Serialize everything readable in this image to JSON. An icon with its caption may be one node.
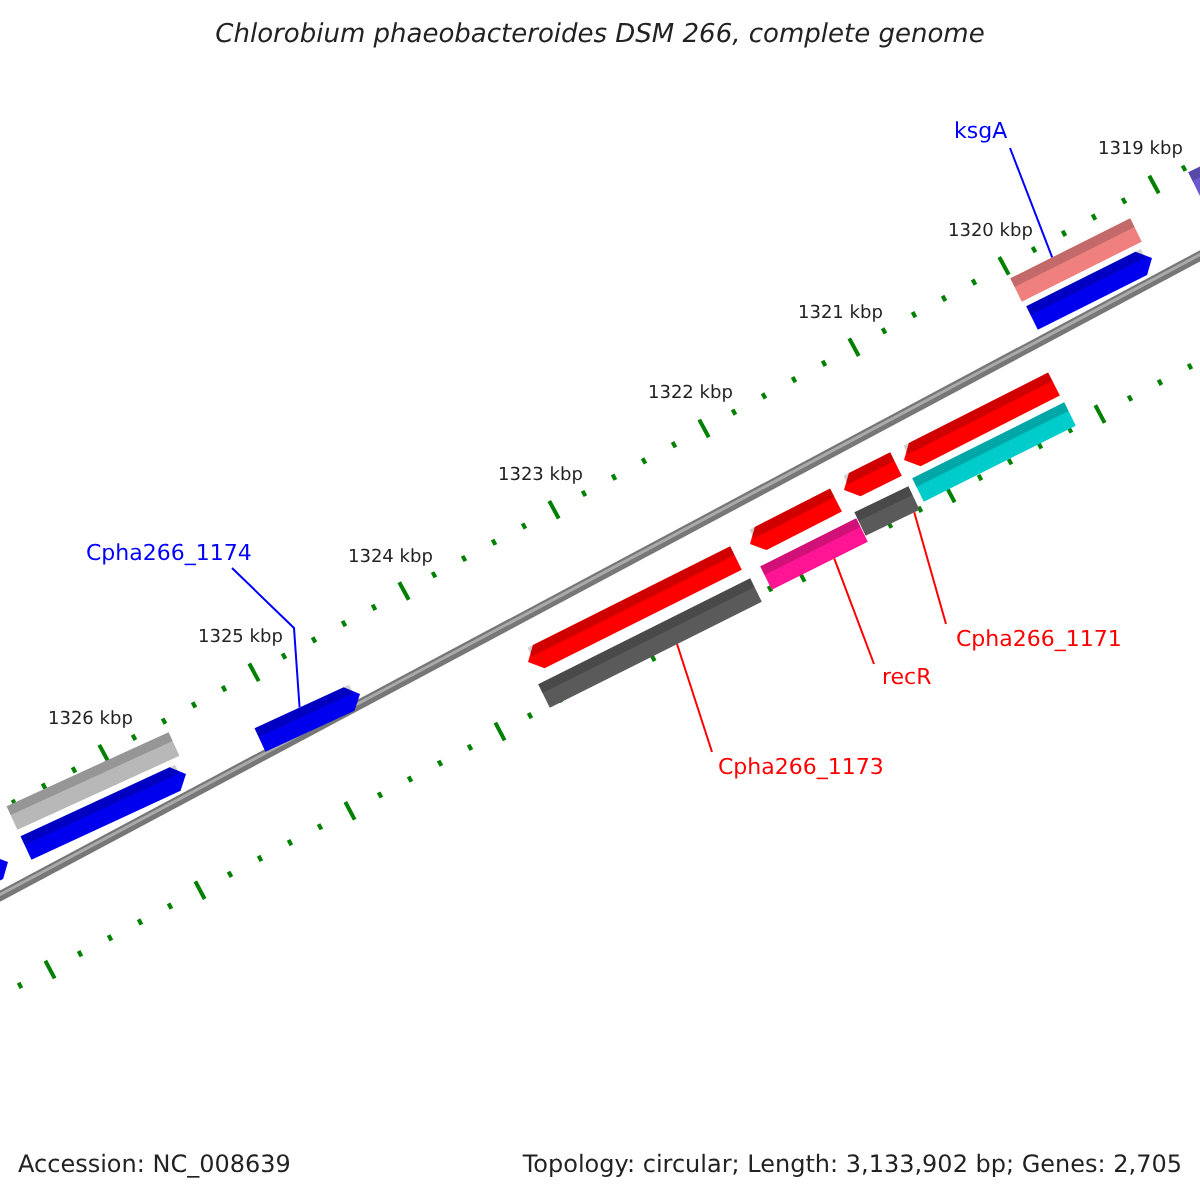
{
  "diagram": {
    "title": "Chlorobium phaeobacteroides DSM 266, complete genome",
    "nodes": [
      {
        "text": [
          "ksgA"
        ]
      },
      {
        "text": [
          "Cpha266_1174"
        ]
      },
      {
        "text": [
          "Cpha266_1171"
        ]
      },
      {
        "text": [
          "recR"
        ]
      },
      {
        "text": [
          "Cpha266_1173"
        ]
      },
      {
        "text": [],
        "shape": "bar"
      },
      {
        "text": [],
        "shape": "bar"
      },
      {
        "text": [],
        "shape": "bar"
      },
      {
        "text": [],
        "shape": "bar"
      },
      {
        "text": [],
        "shape": "bar"
      },
      {
        "text": [],
        "shape": "bar"
      },
      {
        "text": [],
        "shape": "bar"
      },
      {
        "text": [],
        "shape": "bar"
      },
      {
        "text": [],
        "shape": "bar"
      },
      {
        "text": [],
        "shape": "bar"
      },
      {
        "text": [],
        "shape": "bar"
      },
      {
        "text": [],
        "shape": "bar"
      },
      {
        "text": [],
        "shape": "bar"
      },
      {
        "text": [],
        "shape": "bar"
      },
      {
        "text": [],
        "shape": "bar"
      }
    ],
    "edges": [
      {
        "from": 0,
        "to": 17,
        "arrow": "none",
        "color": "#0000ff"
      },
      {
        "from": 1,
        "to": 8,
        "arrow": "none",
        "color": "#0000ff"
      },
      {
        "from": 2,
        "to": 14,
        "arrow": "none"
      },
      {
        "from": 3,
        "to": 12,
        "arrow": "none"
      },
      {
        "from": 4,
        "to": 10,
        "arrow": "none"
      }
    ],
    "labels": [
      "1319 kbp",
      "1320 kbp",
      "1321 kbp",
      "1322 kbp",
      "1323 kbp",
      "1324 kbp",
      "1325 kbp",
      "1326 kbp",
      "Accession: NC_008639",
      "Topology: circular; Length: 3,133,902 bp; Genes: 2,705"
    ]
  }
}
